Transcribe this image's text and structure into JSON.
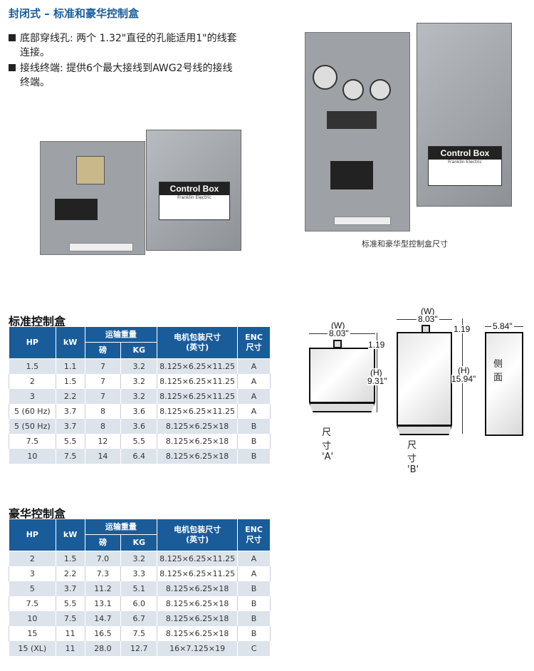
{
  "title": "封闭式 – 标准和豪华控制盒",
  "bullets": [
    {
      "line1": "底部穿线孔: 两个 1.32\"直径的孔能适用1\"的线套",
      "line2": "连接。"
    },
    {
      "line1": "接线终端: 提供6个最大接线到AWG2号线的接线",
      "line2": "终端。"
    }
  ],
  "photos": {
    "label_text": "Control Box",
    "brand": "Franklin Electric",
    "caption": "标准和豪华型控制盒尺寸"
  },
  "diagram": {
    "a": {
      "w_label": "(W)",
      "w_value": "8.03\"",
      "top": "1.19",
      "h_label": "(H)",
      "h_value": "9.31\"",
      "caption": "尺寸 'A'"
    },
    "b": {
      "w_label": "(W)",
      "w_value": "8.03\"",
      "top": "1.19",
      "h_label": "(H)",
      "h_value": "15.94\"",
      "caption": "尺寸 'B'"
    },
    "side": {
      "depth": "5.84\"",
      "label": "侧面"
    }
  },
  "headers": {
    "hp": "HP",
    "kw": "kW",
    "weight": "运输重量",
    "lb": "磅",
    "kg": "KG",
    "dims": "电机包装尺寸",
    "dims_unit": "(英寸)",
    "enc": "ENC",
    "enc2": "尺寸"
  },
  "standard": {
    "title": "标准控制盒",
    "rows": [
      [
        "1.5",
        "1.1",
        "7",
        "3.2",
        "8.125×6.25×11.25",
        "A"
      ],
      [
        "2",
        "1.5",
        "7",
        "3.2",
        "8.125×6.25×11.25",
        "A"
      ],
      [
        "3",
        "2.2",
        "7",
        "3.2",
        "8.125×6.25×11.25",
        "A"
      ],
      [
        "5 (60 Hz)",
        "3.7",
        "8",
        "3.6",
        "8.125×6.25×11.25",
        "A"
      ],
      [
        "5 (50 Hz)",
        "3.7",
        "8",
        "3.6",
        "8.125×6.25×18",
        "B"
      ],
      [
        "7.5",
        "5.5",
        "12",
        "5.5",
        "8.125×6.25×18",
        "B"
      ],
      [
        "10",
        "7.5",
        "14",
        "6.4",
        "8.125×6.25×18",
        "B"
      ]
    ]
  },
  "deluxe": {
    "title": "豪华控制盒",
    "rows": [
      [
        "2",
        "1.5",
        "7.0",
        "3.2",
        "8.125×6.25×11.25",
        "A"
      ],
      [
        "3",
        "2.2",
        "7.3",
        "3.3",
        "8.125×6.25×11.25",
        "A"
      ],
      [
        "5",
        "3.7",
        "11.2",
        "5.1",
        "8.125×6.25×18",
        "B"
      ],
      [
        "7.5",
        "5.5",
        "13.1",
        "6.0",
        "8.125×6.25×18",
        "B"
      ],
      [
        "10",
        "7.5",
        "14.7",
        "6.7",
        "8.125×6.25×18",
        "B"
      ],
      [
        "15",
        "11",
        "16.5",
        "7.5",
        "8.125×6.25×18",
        "B"
      ],
      [
        "15 (XL)",
        "11",
        "28.0",
        "12.7",
        "16×7.125×19",
        "C"
      ]
    ]
  }
}
